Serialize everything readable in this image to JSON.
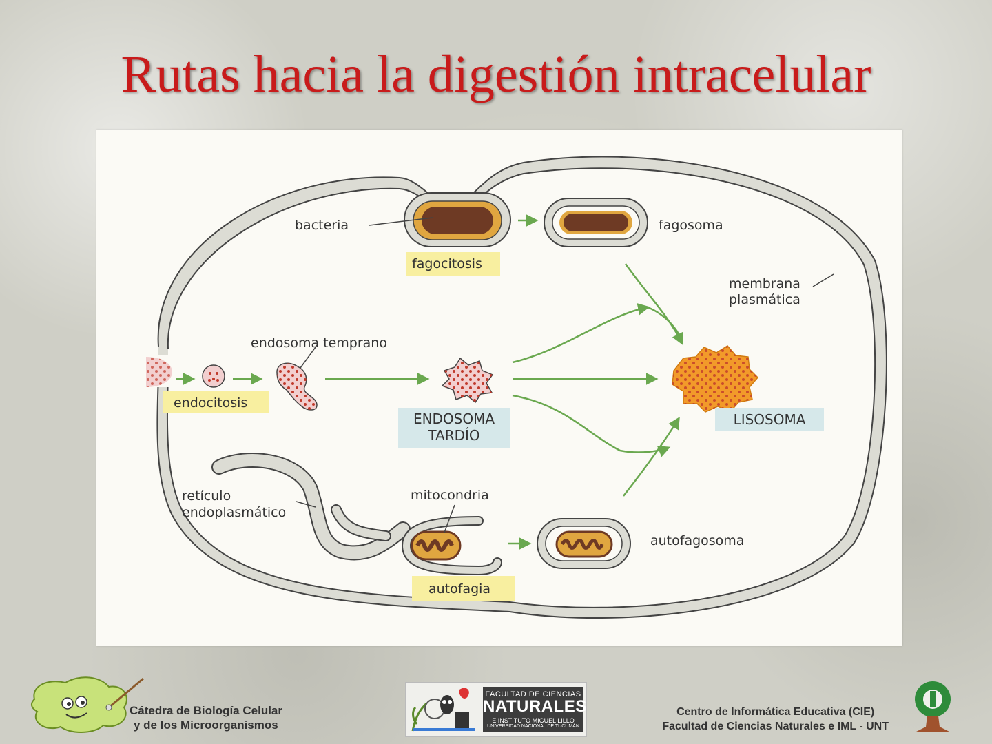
{
  "slide": {
    "title": "Rutas hacia la digestión intracelular"
  },
  "diagram": {
    "labels": {
      "bacteria": "bacteria",
      "fagocitosis": "fagocitosis",
      "fagosoma": "fagosoma",
      "membrana_1": "membrana",
      "membrana_2": "plasmática",
      "endosoma_temprano": "endosoma temprano",
      "endocitosis": "endocitosis",
      "endosoma_tardio_1": "ENDOSOMA",
      "endosoma_tardio_2": "TARDÍO",
      "lisosoma": "LISOSOMA",
      "reticulo_1": "retículo",
      "reticulo_2": "endoplasmático",
      "mitocondria": "mitocondria",
      "autofagosoma": "autofagosoma",
      "autofagia": "autofagia"
    },
    "colors": {
      "highlight_yellow": "#f8efa0",
      "highlight_blue": "#d6e8ea",
      "arrow_green": "#6aa84f",
      "bacteria_brown": "#6e3a24",
      "bacteria_ring": "#e0a640",
      "lysosome_orange": "#f29a2a",
      "dots_red": "#c0392b"
    }
  },
  "footer": {
    "left_line1": "Cátedra de Biología Celular",
    "left_line2": "y de los Microorganismos",
    "center_line1": "FACULTAD DE CIENCIAS",
    "center_line2": "NATURALES",
    "center_line3": "E INSTITUTO MIGUEL LILLO",
    "center_line4": "UNIVERSIDAD NACIONAL DE TUCUMÁN",
    "right_line1": "Centro de Informática Educativa (CIE)",
    "right_line2": "Facultad de Ciencias Naturales e IML - UNT"
  }
}
